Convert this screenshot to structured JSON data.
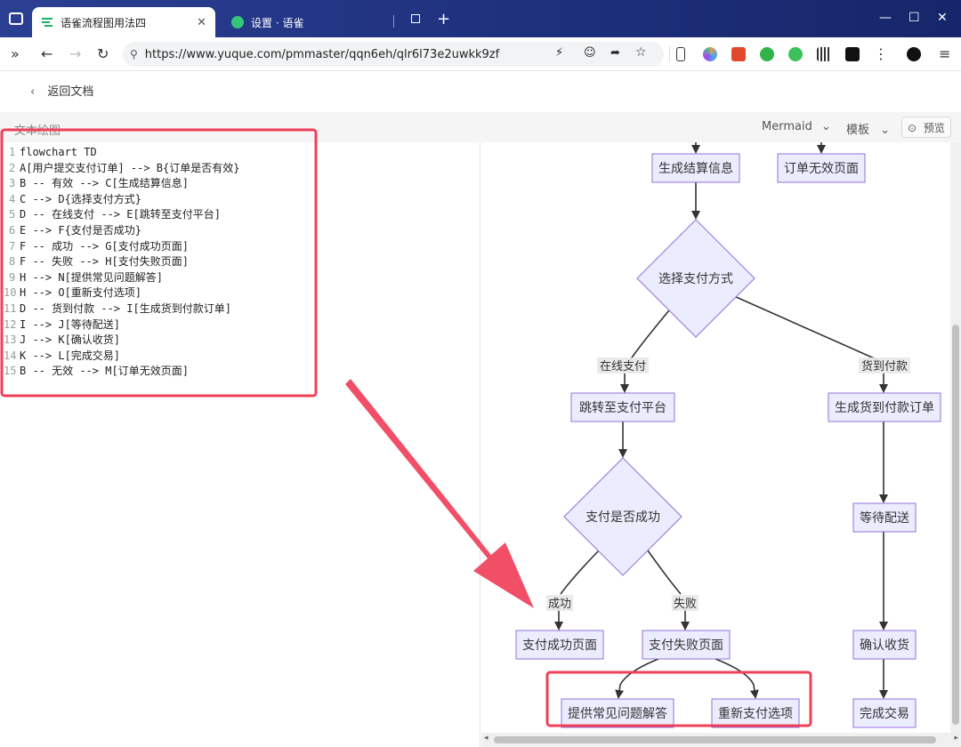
{
  "browser": {
    "tabs": [
      {
        "title": "语雀流程图用法四",
        "active": true
      },
      {
        "title": "设置 · 语雀",
        "active": false
      }
    ],
    "url": "https://www.yuque.com/pmmaster/qqn6eh/qlr6l73e2uwkk9zf",
    "new_tab": "+"
  },
  "page": {
    "back_label": "返回文档",
    "editor_title": "文本绘图",
    "renderer": "Mermaid",
    "template": "模板",
    "preview": "预览"
  },
  "code_lines": [
    {
      "n": "1",
      "text": "flowchart TD"
    },
    {
      "n": "2",
      "text": "A[用户提交支付订单] --> B{订单是否有效}"
    },
    {
      "n": "3",
      "text": "B -- 有效 --> C[生成结算信息]"
    },
    {
      "n": "4",
      "text": "C --> D{选择支付方式}"
    },
    {
      "n": "5",
      "text": "D -- 在线支付 --> E[跳转至支付平台]"
    },
    {
      "n": "6",
      "text": "E --> F{支付是否成功}"
    },
    {
      "n": "7",
      "text": "F -- 成功 --> G[支付成功页面]"
    },
    {
      "n": "8",
      "text": "F -- 失败 --> H[支付失败页面]"
    },
    {
      "n": "9",
      "text": "H --> N[提供常见问题解答]"
    },
    {
      "n": "10",
      "text": "H --> O[重新支付选项]"
    },
    {
      "n": "11",
      "text": "D -- 货到付款 --> I[生成货到付款订单]"
    },
    {
      "n": "12",
      "text": "I --> J[等待配送]"
    },
    {
      "n": "13",
      "text": "J --> K[确认收货]"
    },
    {
      "n": "14",
      "text": "K --> L[完成交易]"
    },
    {
      "n": "15",
      "text": "B -- 无效 --> M[订单无效页面]"
    }
  ],
  "flowchart": {
    "nodes": {
      "C": "生成结算信息",
      "M": "订单无效页面",
      "D": "选择支付方式",
      "E": "跳转至支付平台",
      "I": "生成货到付款订单",
      "F": "支付是否成功",
      "J": "等待配送",
      "G": "支付成功页面",
      "H": "支付失败页面",
      "K": "确认收货",
      "N": "提供常见问题解答",
      "O": "重新支付选项",
      "L": "完成交易"
    },
    "edge_labels": {
      "online": "在线支付",
      "cod": "货到付款",
      "success": "成功",
      "fail": "失败"
    }
  },
  "colors": {
    "node_fill": "#ECECFF",
    "node_stroke": "#9370DB",
    "annotation_red": "#F0405A",
    "tab_bar": "#1d2f7a"
  }
}
